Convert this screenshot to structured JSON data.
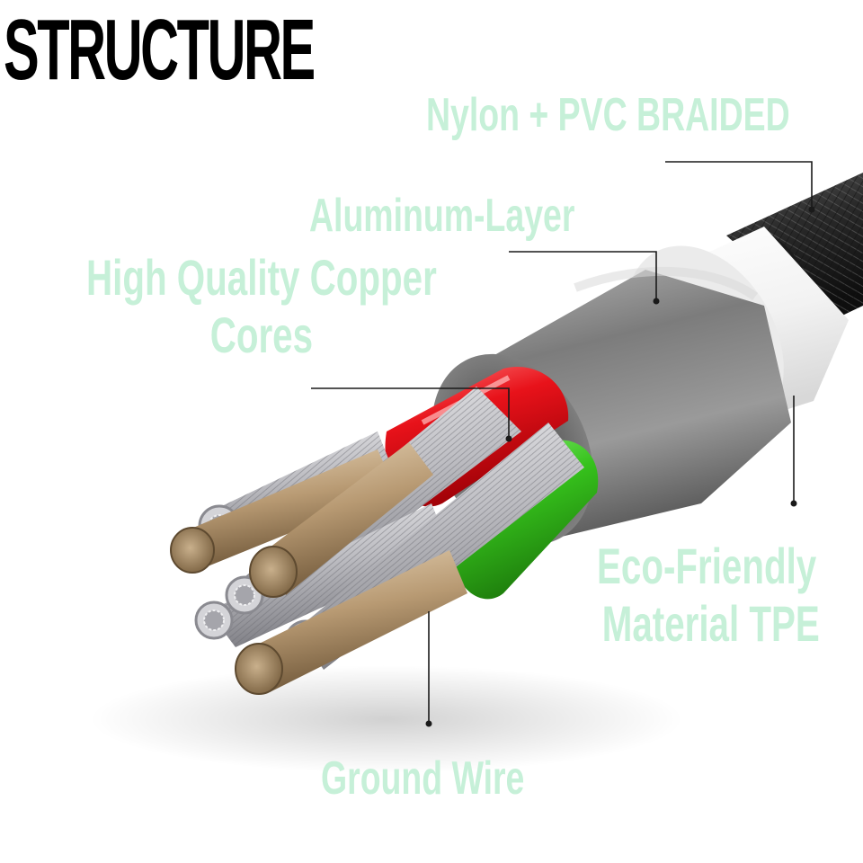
{
  "title": "STRUCTURE",
  "colors": {
    "label": "#c6f0d8",
    "title": "#000000",
    "braid": "#2b2b2b",
    "tpe": "#f4f4f4",
    "aluminum": "#8e8e8e",
    "red_wire": "#e8121a",
    "green_wire": "#36c21c",
    "copper": "#b89a73",
    "strand": "#cfcfd2",
    "leader": "#1a1a1a"
  },
  "labels": {
    "nylon": "Nylon + PVC BRAIDED",
    "aluminum": "Aluminum-Layer",
    "copper_line1": "High Quality Copper",
    "copper_line2": "Cores",
    "eco_line1": "Eco-Friendly",
    "eco_line2": "Material TPE",
    "ground": "Ground Wire"
  }
}
